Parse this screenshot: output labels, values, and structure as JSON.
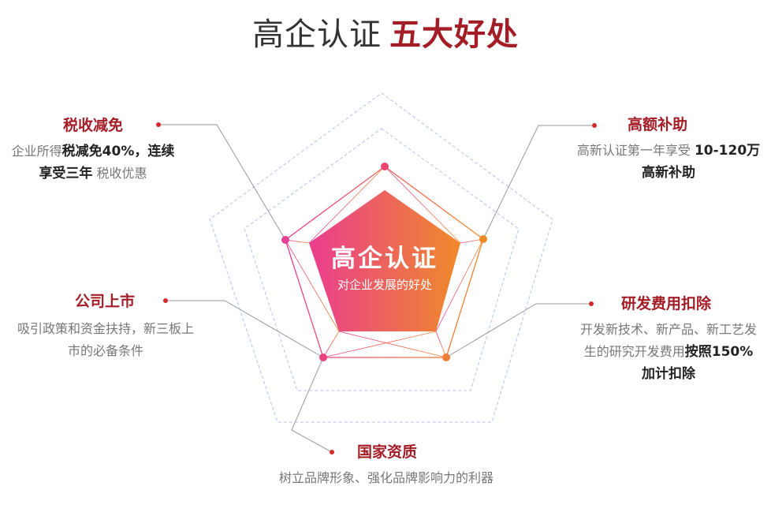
{
  "title": {
    "main": "高企认证",
    "highlight": "五大好处"
  },
  "center": {
    "title": "高企认证",
    "subtitle": "对企业发展的好处"
  },
  "colors": {
    "accent": "#a31d26",
    "pink": "#ea3d8f",
    "orange": "#ef8a2a",
    "grid": "#b4c2ea"
  },
  "benefits": {
    "tax": {
      "heading": "税收减免",
      "l1a": "企业所得",
      "l1b": "税减免40%，连续",
      "l2a": "享受三年",
      "l2b": "税收优惠"
    },
    "subsidy": {
      "heading": "高额补助",
      "l1a": "高新认证第一年享受",
      "l1b": "10-120万",
      "l2": "高新补助"
    },
    "listing": {
      "heading": "公司上市",
      "l1": "吸引政策和资金扶持，新三板上",
      "l2": "市的必备条件"
    },
    "rnd": {
      "heading": "研发费用扣除",
      "l1": "开发新技术、新产品、新工艺发",
      "l2a": "生的研究开发费用",
      "l2b": "按照150%",
      "l3": "加计扣除"
    },
    "brand": {
      "heading": "国家资质",
      "l1": "树立品牌形象、强化品牌影响力的利器"
    }
  }
}
